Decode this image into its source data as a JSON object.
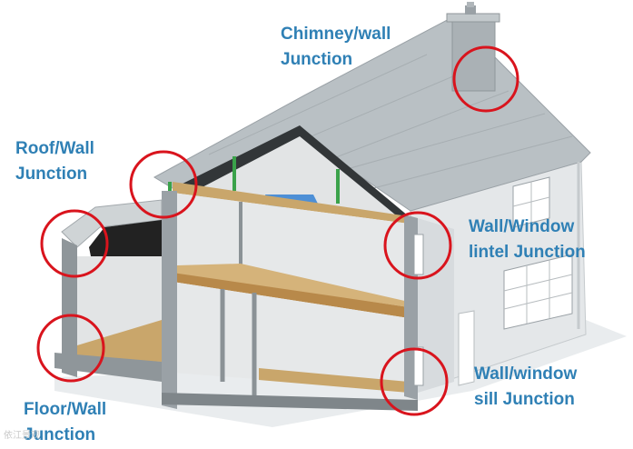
{
  "colors": {
    "label_text": "#2f80b5",
    "callout_circle": "#d9141d",
    "roof": "#b9c0c4",
    "wall": "#dfe3e5",
    "section_wall": "#9aa1a6",
    "timber": "#c9a66b",
    "insulation_green": "#3aa24a",
    "window_frame": "#ffffff",
    "rooflight_blue": "#4d8fd6"
  },
  "callouts": [
    {
      "id": "chimney-wall",
      "line1": "Chimney/wall",
      "line2": "Junction"
    },
    {
      "id": "roof-wall",
      "line1": "Roof/Wall",
      "line2": "Junction"
    },
    {
      "id": "wall-window-lintel",
      "line1": "Wall/Window",
      "line2": "lintel Junction"
    },
    {
      "id": "floor-wall",
      "line1": "Floor/Wall",
      "line2": "Junction"
    },
    {
      "id": "wall-window-sill",
      "line1": "Wall/window",
      "line2": "sill Junction"
    }
  ],
  "watermark": {
    "text": "依江景观"
  }
}
